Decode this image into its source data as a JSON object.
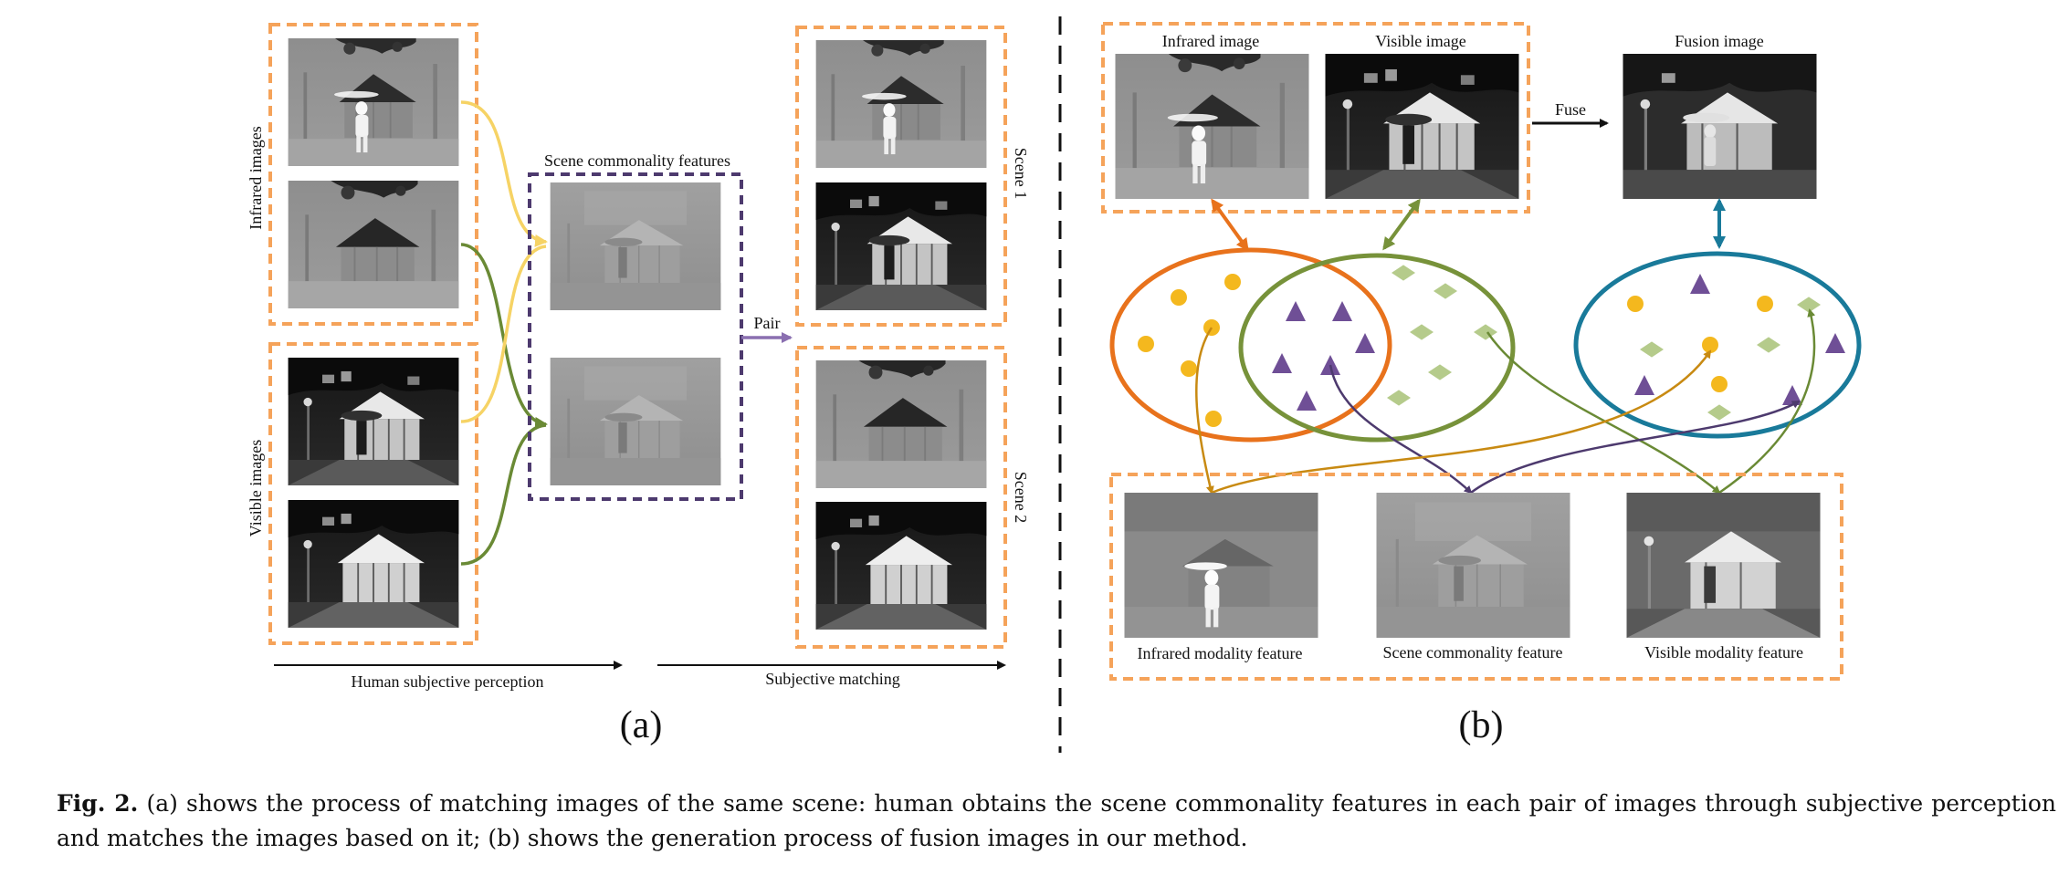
{
  "panel_a": {
    "row_label_infrared": "Infrared images",
    "row_label_visible": "Visible images",
    "center_title": "Scene commonality features",
    "pair_label": "Pair",
    "scene1_label": "Scene 1",
    "scene2_label": "Scene 2",
    "axis_left": "Human subjective perception",
    "axis_right": "Subjective matching",
    "panel_tag": "(a)"
  },
  "panel_b": {
    "infrared_image_label": "Infrared image",
    "visible_image_label": "Visible image",
    "fuse_label": "Fuse",
    "fusion_image_label": "Fusion image",
    "feature_infrared": "Infrared modality feature",
    "feature_scene": "Scene commonality feature",
    "feature_visible": "Visible modality feature",
    "panel_tag": "(b)"
  },
  "colors": {
    "orange_dash": "#f5a35a",
    "purple_dash": "#4d3a6e",
    "infrared_ellipse": "#e8721c",
    "common_ellipse": "#77923a",
    "fusion_ellipse": "#197a9a",
    "dot_yellow": "#f4b81e",
    "triangle_purple": "#6f4f96",
    "diamond_green": "#b5cb8b",
    "arrow_yellow": "#f6d365",
    "arrow_green": "#6a8a35",
    "arrow_purple": "#8a6fb0",
    "arrow_blue": "#1b7aa0"
  },
  "caption": {
    "label": "Fig. 2.",
    "text": "(a) shows the process of matching images of the same scene: human obtains the scene commonality features in each pair of images through subjective perception and matches the images based on it; (b) shows the generation process of fusion images in our method."
  }
}
